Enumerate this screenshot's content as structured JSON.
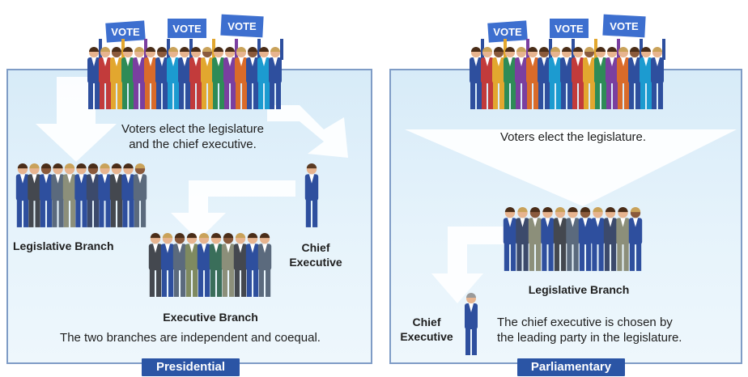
{
  "presidential": {
    "label": "Presidential",
    "voters_text_line1": "Voters elect the legislature",
    "voters_text_line2": "and the chief executive.",
    "legislative_label": "Legislative Branch",
    "chief_label_line1": "Chief",
    "chief_label_line2": "Executive",
    "executive_label": "Executive Branch",
    "caption": "The two branches are independent and coequal."
  },
  "parliamentary": {
    "label": "Parliamentary",
    "voters_text": "Voters elect the legislature.",
    "legislative_label": "Legislative Branch",
    "chief_label_line1": "Chief",
    "chief_label_line2": "Executive",
    "caption_line1": "The chief executive is chosen by",
    "caption_line2": "the leading party in the legislature."
  },
  "signs": [
    "VOTE",
    "VOTE",
    "VOTE"
  ],
  "colors": {
    "panel_bg": "#dcedf8",
    "panel_border": "#7f9cc6",
    "label_bg": "#2b55a5",
    "arrow": "#ffffff",
    "suit_blue": "#2e4f9e"
  }
}
